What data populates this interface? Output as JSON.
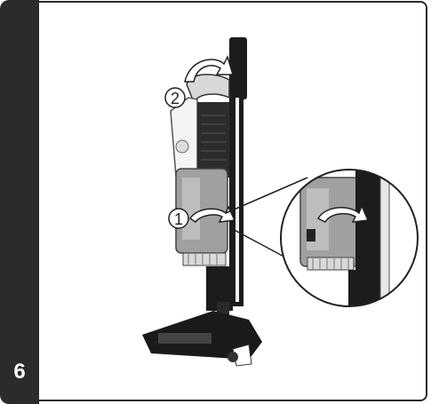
{
  "step": {
    "number": "6"
  },
  "callouts": [
    {
      "label": "1",
      "action": "release-bin-latch"
    },
    {
      "label": "2",
      "action": "lift-handle"
    }
  ],
  "icons": [
    "curved-arrow-icon",
    "magnifier-circle-icon"
  ],
  "colors": {
    "sidebar": "#2b2b2b",
    "frame": "#2b2b2b",
    "bin": "#9a9a9a",
    "body": "#1c1c1c"
  }
}
